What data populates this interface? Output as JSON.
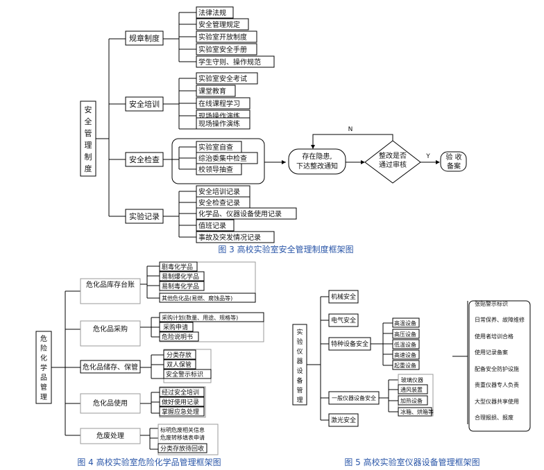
{
  "fig3": {
    "root_chars": [
      "安",
      "全",
      "管",
      "理",
      "制",
      "度"
    ],
    "branches": [
      {
        "label": "规章制度",
        "items": [
          "法律法规",
          "安全管理规定",
          "实验室开放制度",
          "实验室安全手册",
          "学生守则、操作规范"
        ]
      },
      {
        "label": "安全培训",
        "items": [
          "实验室安全考试",
          "课堂教育",
          "在线课程学习",
          "现场操作演练",
          "现场操作演练"
        ]
      },
      {
        "label": "安全检查",
        "items": [
          "实验室自查",
          "综治委集中检查",
          "校领导抽查"
        ]
      },
      {
        "label": "实验记录",
        "items": [
          "安全培训记录",
          "安全检查记录",
          "化学品、仪器设备使用记录",
          "值班记录",
          "事故及突发情况记录"
        ]
      }
    ],
    "flow": {
      "notice_line1": "存在隐患,",
      "notice_line2": "下达整改通知",
      "decision_line1": "整改是否",
      "decision_line2": "通过审核",
      "no_label": "N",
      "yes_label": "Y",
      "accept_line1": "验 收",
      "accept_line2": "备案"
    },
    "caption": "图 3 高校实验室安全管理制度框架图"
  },
  "fig4": {
    "root_chars": [
      "危",
      "险",
      "化",
      "学",
      "品",
      "管",
      "理"
    ],
    "branches": [
      {
        "label": "危化品库存台账",
        "items": [
          "剧毒化学品",
          "易制爆化学品",
          "易制毒化学品",
          "其他危化品(易燃、腐蚀品等)"
        ]
      },
      {
        "label": "危化品采购",
        "items": [
          "采购计划(数量、用途、规格等)",
          "采购申请",
          "危险说明书"
        ]
      },
      {
        "label": "危化品储存、保管",
        "items": [
          "分类存放",
          "双人保管",
          "安全警示标识"
        ]
      },
      {
        "label": "危化品使用",
        "items": [
          "经过安全培训",
          "做好使用记录",
          "掌握应急处理"
        ]
      },
      {
        "label": "危废处理",
        "items": [
          "标明危废相关信息",
          "危废转移填表申请",
          "分类存放待回收"
        ]
      }
    ],
    "caption": "图 4 高校实验室危险化学品管理框架图"
  },
  "fig5": {
    "root_chars": [
      "实",
      "验",
      "仪",
      "器",
      "设",
      "备",
      "管",
      "理"
    ],
    "branches": [
      {
        "label": "机械安全",
        "items": []
      },
      {
        "label": "电气安全",
        "items": []
      },
      {
        "label": "特种设备安全",
        "items": [
          "高温设备",
          "高压设备",
          "低温设备",
          "高速设备",
          "起重设备"
        ]
      },
      {
        "label": "一般仪器设备安全",
        "items": [
          "玻璃仪器",
          "通风装置",
          "加热设备",
          "冰箱、烘箱等"
        ]
      },
      {
        "label": "激光安全",
        "items": []
      }
    ],
    "measures": [
      "张贴警示标识",
      "日常保养、故障维修",
      "使用者培训合格",
      "使用记录备案",
      "配备安全防护设施",
      "贵重仪器专人负责",
      "大型仪器共享使用",
      "合理报损、报废"
    ],
    "caption": "图 5 高校实验室仪器设备管理框架图"
  }
}
